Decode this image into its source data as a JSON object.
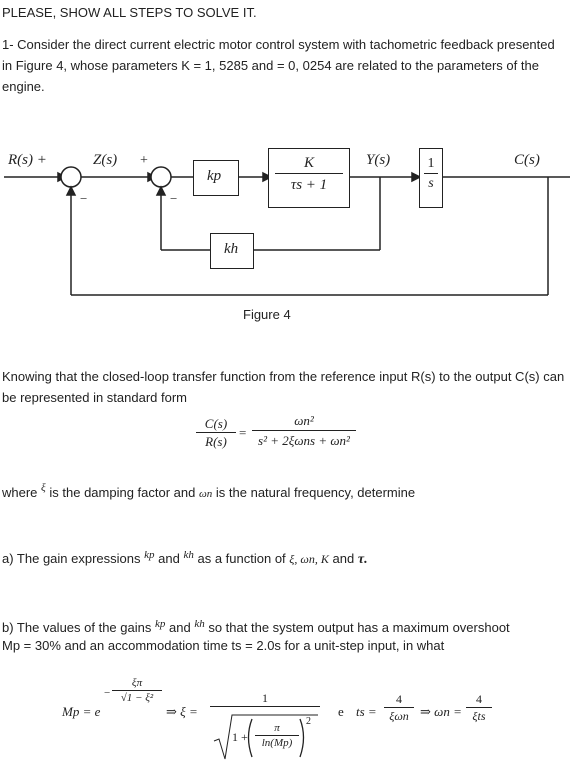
{
  "header": {
    "instruction": "PLEASE, SHOW ALL STEPS TO SOLVE IT.",
    "problem_intro": "1- Consider the direct current electric motor control system with tachometric feedback presented in Figure 4, whose parameters K = 1, 5285 and = 0, 0254 are related to the parameters of the engine."
  },
  "diagram": {
    "input_label": "R(s) +",
    "z_label": "Z(s)",
    "plus2": "+",
    "kp": "kp",
    "plant_num": "K",
    "plant_den": "τs + 1",
    "y_label": "Y(s)",
    "integ_num": "1",
    "integ_den": "s",
    "output_label": "C(s)",
    "kh": "kh",
    "minus": "−",
    "caption": "Figure 4"
  },
  "text": {
    "knowing": "Knowing that the closed-loop transfer function from the reference input R(s) to the output C(s) can be represented in standard form",
    "tf_lhs_num": "C(s)",
    "tf_lhs_den": "R(s)",
    "tf_eq": "=",
    "tf_rhs_num": "ωn²",
    "tf_rhs_den": "s² + 2ξωns + ωn²",
    "where_a": "where",
    "xi": "ξ",
    "where_b": "is the damping factor and",
    "wn": "ωn",
    "where_c": "is the natural frequency, determine",
    "qa_a": "a) The gain expressions",
    "qa_kp": "kp",
    "qa_and": "and",
    "qa_kh": "kh",
    "qa_b": "as a function of",
    "qa_vars": "ξ, ωn, K",
    "qa_and2": "and",
    "qa_tau": "τ.",
    "qb_a": "b) The values of the gains",
    "qb_kp": "kp",
    "qb_and": "and",
    "qb_kh": "kh",
    "qb_b": "so that the system output has a maximum overshoot",
    "qb_line2": "Mp = 30% and an accommodation time ts = 2.0s for a unit-step input, in what"
  },
  "formula": {
    "mp": "Mp = e",
    "exp_num": "ξπ",
    "exp_den": "√1 − ξ²",
    "exp_sign": "−",
    "arrow1": "⇒ ξ =",
    "xi_num": "1",
    "xi_den_a": "1 +",
    "pi_num": "π",
    "pi_den": "ln(Mp)",
    "pow2": "2",
    "e": "e",
    "ts": "ts =",
    "four1": "4",
    "xiwn": "ξωn",
    "arrow2": "⇒ ωn =",
    "four2": "4",
    "xits": "ξts"
  }
}
